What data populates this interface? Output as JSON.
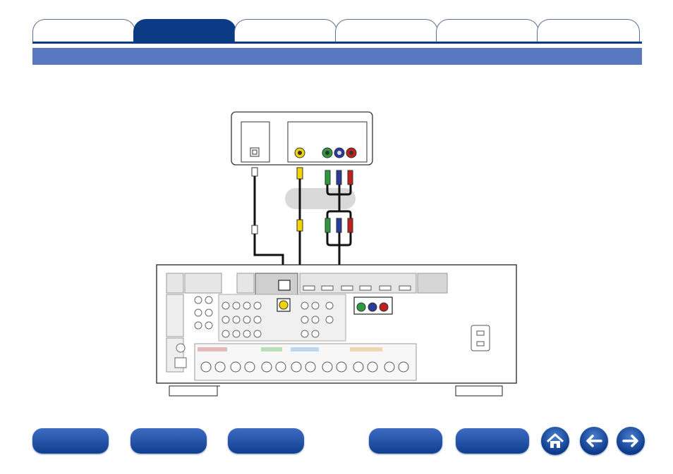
{
  "tabs": {
    "active_index": 1,
    "count": 6
  },
  "nav": {
    "buttons": 5
  },
  "colors": {
    "tab_border": "#5a6f95",
    "tab_active": "#0c3b86",
    "title_bar": "#5a78bf",
    "nav_button": "#1d4fa3",
    "composite_video": "#f2d400",
    "component_y": "#2e9a3e",
    "component_pb": "#2a3a9a",
    "component_pr": "#c21f1f"
  },
  "icons": {
    "home": "home-icon",
    "back": "arrow-left-icon",
    "forward": "arrow-right-icon"
  }
}
